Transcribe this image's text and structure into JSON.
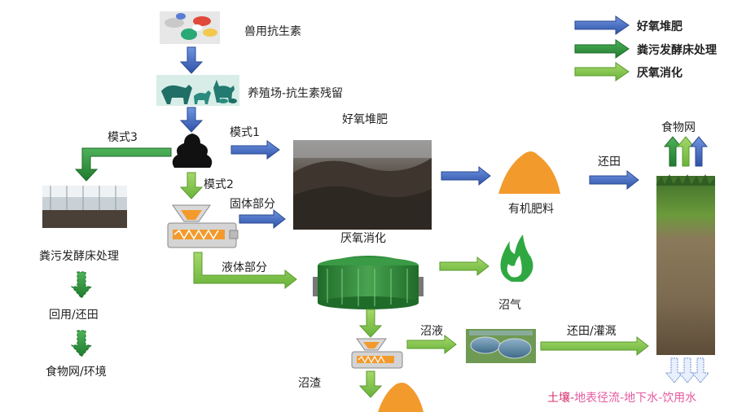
{
  "colors": {
    "blue_arrow": "#3b63b8",
    "green_arrow": "#2f8f3a",
    "light_green_arrow": "#7dc242",
    "orange": "#f39a2d",
    "chain_red": "#d6336c",
    "chain_pink": "#e65aa0"
  },
  "legend": {
    "aerobic": "好氧堆肥",
    "fermentation_bed": "粪污发酵床处理",
    "anaerobic": "厌氧消化"
  },
  "nodes": {
    "antibiotic": "兽用抗生素",
    "farm": "养殖场-抗生素残留",
    "mode1": "模式1",
    "mode2": "模式2",
    "mode3": "模式3",
    "aerobic_title": "好氧堆肥",
    "solid": "固体部分",
    "liquid": "液体部分",
    "anaerobic_title": "厌氧消化",
    "organic_fertilizer": "有机肥料",
    "return_field": "还田",
    "food_web": "食物网",
    "biogas": "沼气",
    "biogas_slurry": "沼液",
    "return_irrigate": "还田/灌溉",
    "biogas_residue": "沼渣",
    "fermentation_title": "粪污发酵床处理",
    "reuse": "回用/还田",
    "food_env": "食物网/环境"
  },
  "bottom_chain": {
    "part1": "土壤",
    "sep1": "-",
    "part2": "地表径流",
    "sep2": "-",
    "part3": "地下水",
    "sep3": "-",
    "part4": "饮用水"
  }
}
